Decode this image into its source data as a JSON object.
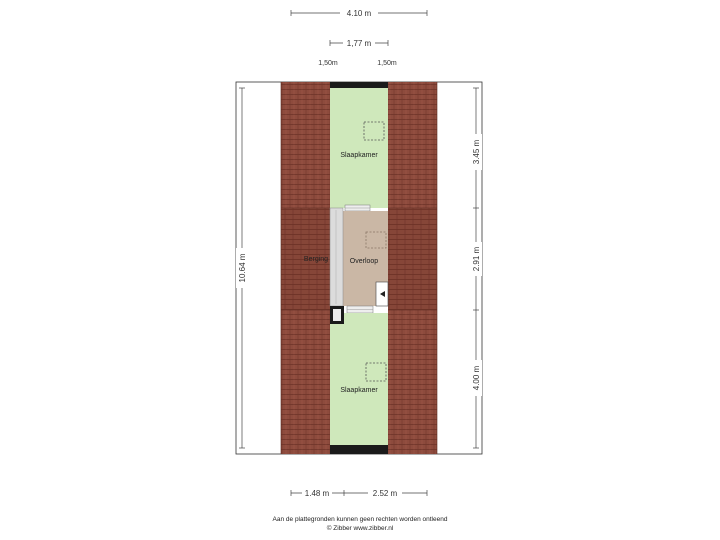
{
  "dimensions": {
    "top_total": "4.10 m",
    "top_inner": "1,77 m",
    "top_left_sub": "1,50m",
    "top_right_sub": "1,50m",
    "left_total": "10.64 m",
    "right_top": "3.45 m",
    "right_middle": "2.91 m",
    "right_bottom": "4.00 m",
    "bottom_left": "1.48 m",
    "bottom_right": "2.52 m"
  },
  "rooms": {
    "bedroom_top": "Slaapkamer",
    "landing": "Overloop",
    "storage": "Berging",
    "bedroom_bottom": "Slaapkamer"
  },
  "footer": {
    "line1": "Aan de plattegronden kunnen geen rechten worden ontleend",
    "line2": "© Zibber www.zibber.nl"
  },
  "colors": {
    "roof": "#8b4a3c",
    "bedroom": "#cfe8bb",
    "landing": "#cab7a5",
    "wall": "#1a1a1a",
    "outline": "#333333"
  }
}
